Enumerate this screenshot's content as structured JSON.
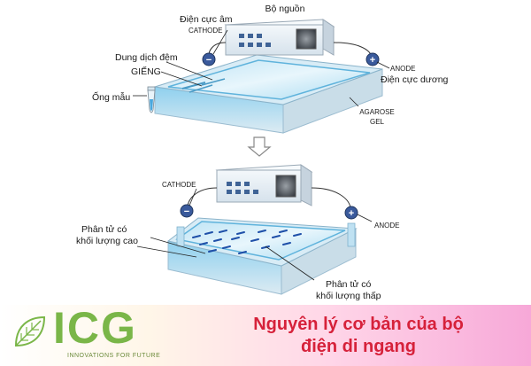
{
  "top": {
    "power_supply": "Bộ nguồn",
    "cathode_vi": "Điện cực âm",
    "cathode": "CATHODE",
    "buffer": "Dung dịch đệm",
    "well": "GIẾNG",
    "sample_tube": "Ống mẫu",
    "anode": "ANODE",
    "anode_vi": "Điện cực dương",
    "agarose_1": "AGAROSE",
    "agarose_2": "GEL",
    "minus": "−",
    "plus": "+"
  },
  "bottom": {
    "cathode": "CATHODE",
    "anode": "ANODE",
    "high_mw_1": "Phân tử có",
    "high_mw_2": "khối lượng cao",
    "low_mw_1": "Phân tử có",
    "low_mw_2": "khối lượng thấp",
    "minus": "−",
    "plus": "+"
  },
  "banner": {
    "logo": "ICG",
    "tagline": "INNOVATIONS FOR FUTURE",
    "title_line1": "Nguyên lý cơ bản của bộ",
    "title_line2": "điện di ngang"
  },
  "colors": {
    "gel_blue": "#7ec6ea",
    "device_box": "#e4eef6",
    "electrode": "#3a5a9c",
    "title_red": "#d6213a",
    "logo_green": "#7ab648"
  }
}
